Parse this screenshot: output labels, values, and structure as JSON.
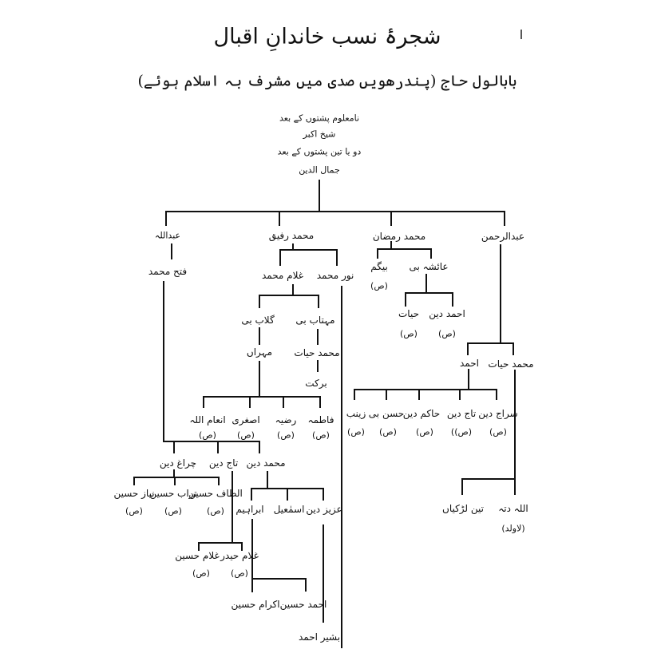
{
  "header": {
    "title": "شجرۂ نسب خاندانِ اقبال",
    "subtitle": "بابالول حاج (پندرھویں صدی میں مشرف بہ اسلام ہوئے)",
    "page_mark": "ا",
    "notes": [
      "نامعلوم پشتوں کے بعد",
      "شیخ اکبر",
      "دو یا تین پشتوں کے بعد",
      "جمال الدین"
    ]
  },
  "marker": "(ص)",
  "marker_alt": "(ص))",
  "childless": "(لاولد)",
  "nodes": {
    "abdullah": "عبداللہ",
    "fateh_muhammad": "فتح محمد",
    "muhammad_rafiq": "محمد رفیق",
    "ghulam_muhammad": "غلام محمد",
    "noor_muhammad": "نور محمد",
    "gulab_bibi": "گلاب بی",
    "mahtab_bibi": "مہتاب بی",
    "mehran": "مہراں",
    "muhammad_hayat_1": "محمد حیات",
    "barkat": "برکت",
    "inamullah": "انعام اللہ",
    "asghari": "اصغری",
    "razia": "رضیہ",
    "fatima": "فاطمہ",
    "chiragh_din": "چراغ دین",
    "taj_din_1": "تاج دین",
    "muhammad_din": "محمد دین",
    "altaf_hussain": "الطاف حسین",
    "turab_hussain": "تراب حسین",
    "niaz_hussain": "نیاز حسین",
    "ghulam_hussain": "غلام حسین",
    "ghulam_haider": "غلام حیدر",
    "ibrahim": "ابراہیم",
    "ismail": "اسمٰعیل",
    "aziz_din": "عزیز دین",
    "ikram_hussain": "اکرام حسین",
    "ahmad_hussain": "احمد حسین",
    "bashir_ahmad": "بشیر احمد",
    "muhammad_ramzan": "محمد رمضان",
    "begum": "بیگم",
    "ayesha_bibi": "عائشہ بی",
    "hayat": "حیات",
    "ahmad_din": "احمد دین",
    "abdul_rahman": "عبدالرحمن",
    "ahmad": "احمد",
    "muhammad_hayat_2": "محمد حیات",
    "zainab": "زینب",
    "hassan_bibi": "حسن بی",
    "hakim_din": "حاکم دین",
    "taj_din_2": "تاج دین",
    "siraj_din": "سراج دین",
    "teen_larkiyan": "تین لڑکیاں",
    "allah_ditta": "اللہ دتہ"
  }
}
